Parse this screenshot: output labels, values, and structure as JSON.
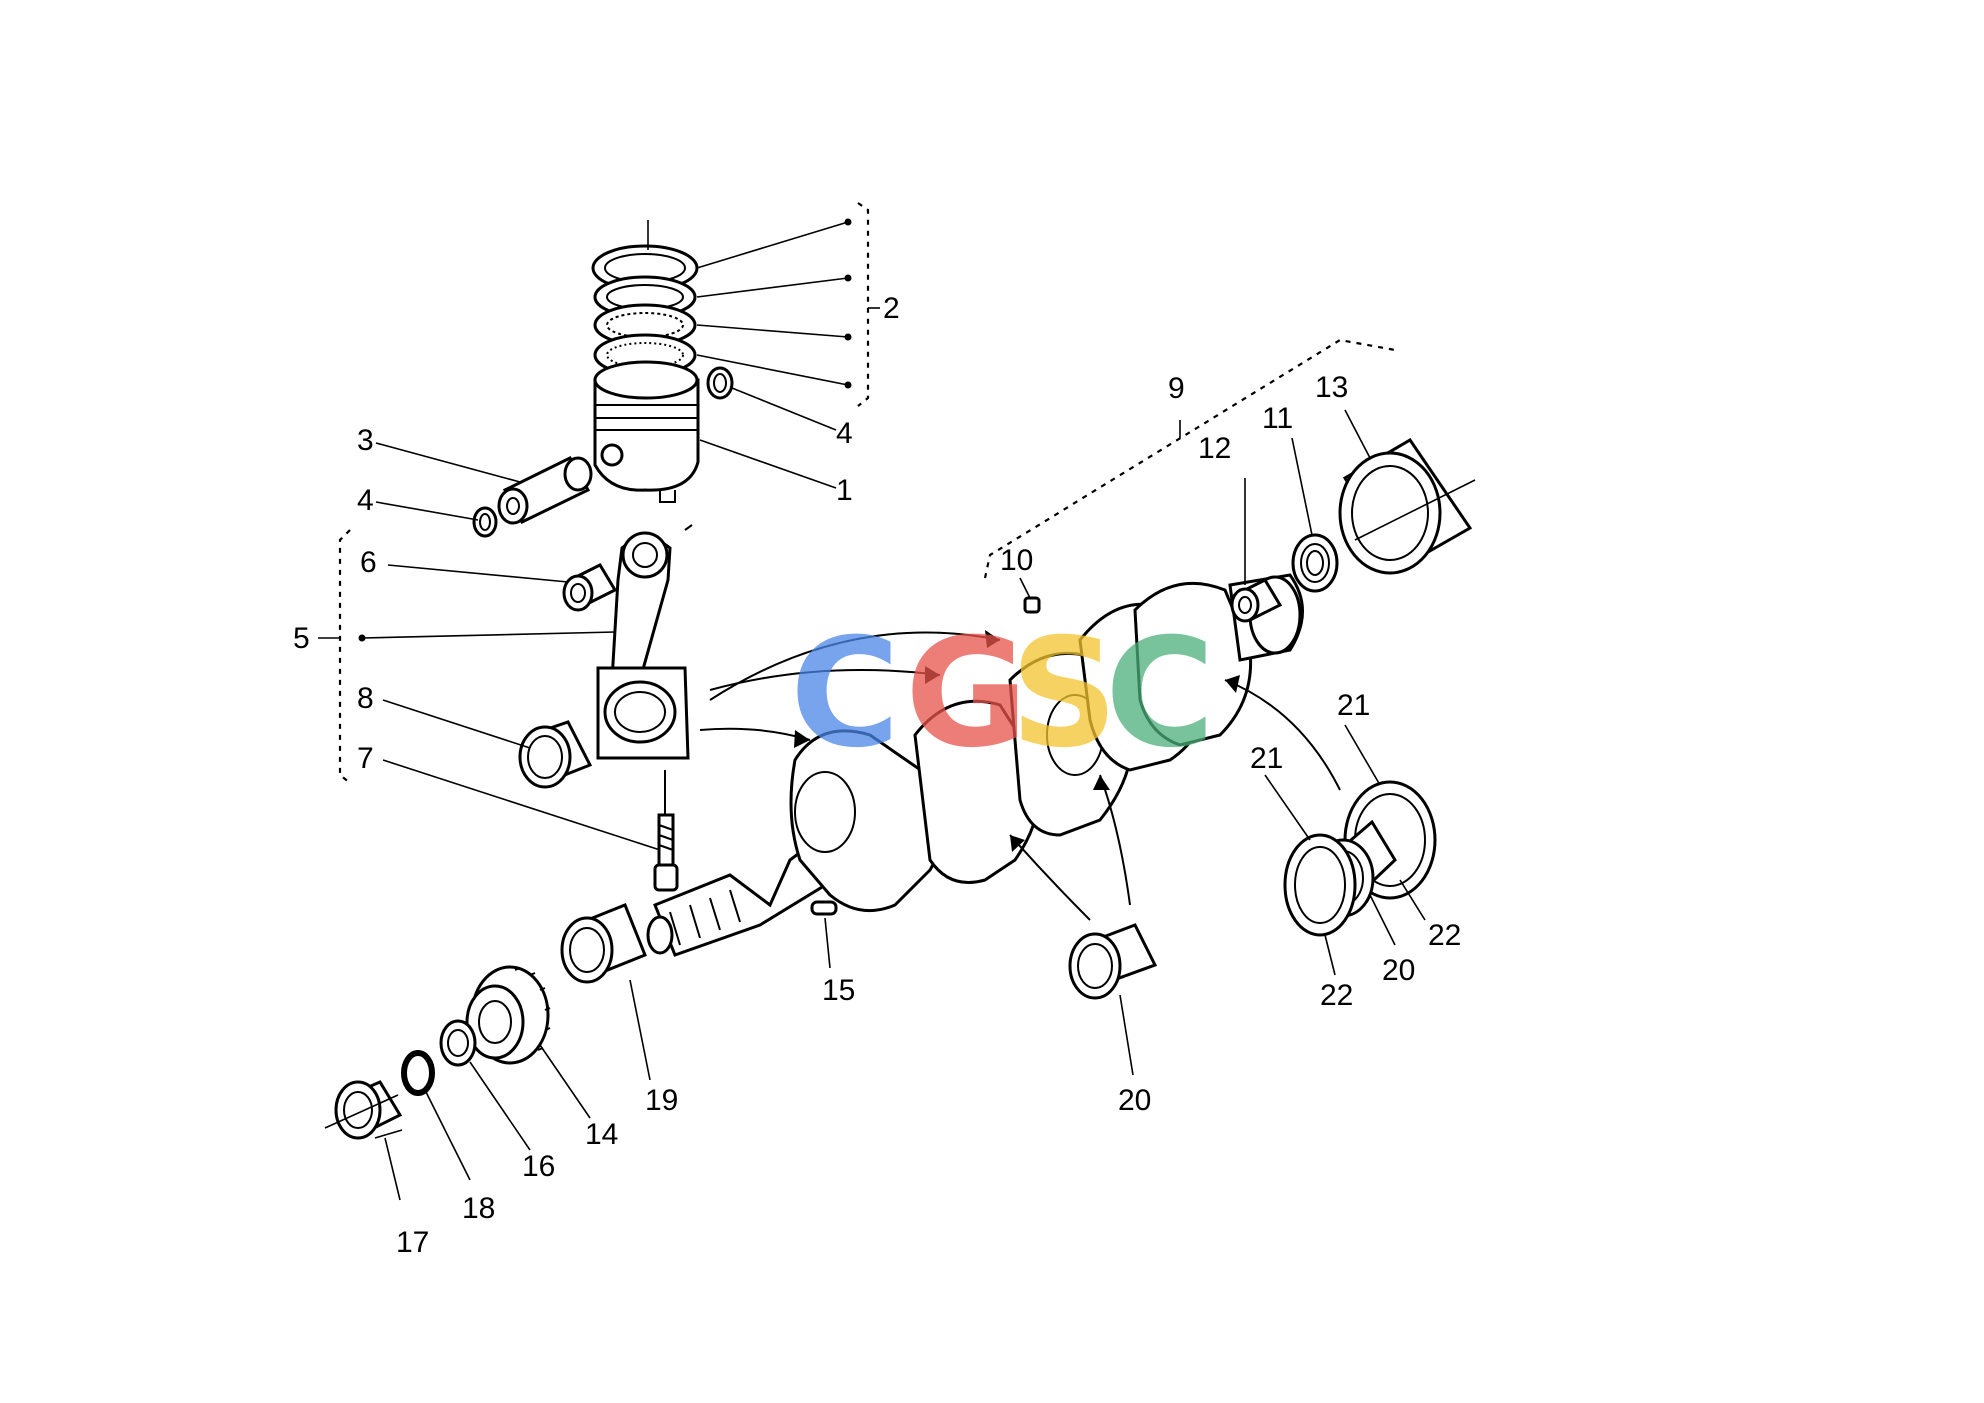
{
  "diagram": {
    "callouts": [
      {
        "id": "c1",
        "label": "1"
      },
      {
        "id": "c2",
        "label": "2"
      },
      {
        "id": "c3",
        "label": "3"
      },
      {
        "id": "c4a",
        "label": "4"
      },
      {
        "id": "c4b",
        "label": "4"
      },
      {
        "id": "c5",
        "label": "5"
      },
      {
        "id": "c6",
        "label": "6"
      },
      {
        "id": "c7",
        "label": "7"
      },
      {
        "id": "c8",
        "label": "8"
      },
      {
        "id": "c9",
        "label": "9"
      },
      {
        "id": "c10",
        "label": "10"
      },
      {
        "id": "c11",
        "label": "11"
      },
      {
        "id": "c12",
        "label": "12"
      },
      {
        "id": "c13",
        "label": "13"
      },
      {
        "id": "c14",
        "label": "14"
      },
      {
        "id": "c15",
        "label": "15"
      },
      {
        "id": "c16",
        "label": "16"
      },
      {
        "id": "c17",
        "label": "17"
      },
      {
        "id": "c18",
        "label": "18"
      },
      {
        "id": "c19",
        "label": "19"
      },
      {
        "id": "c20a",
        "label": "20"
      },
      {
        "id": "c20b",
        "label": "20"
      },
      {
        "id": "c21a",
        "label": "21"
      },
      {
        "id": "c21b",
        "label": "21"
      },
      {
        "id": "c22a",
        "label": "22"
      },
      {
        "id": "c22b",
        "label": "22"
      }
    ],
    "watermark": {
      "letters": [
        "C",
        "G",
        "S",
        "C"
      ],
      "colors": [
        "#4a86e8",
        "#e8534a",
        "#f4c430",
        "#4caf7a"
      ]
    }
  }
}
